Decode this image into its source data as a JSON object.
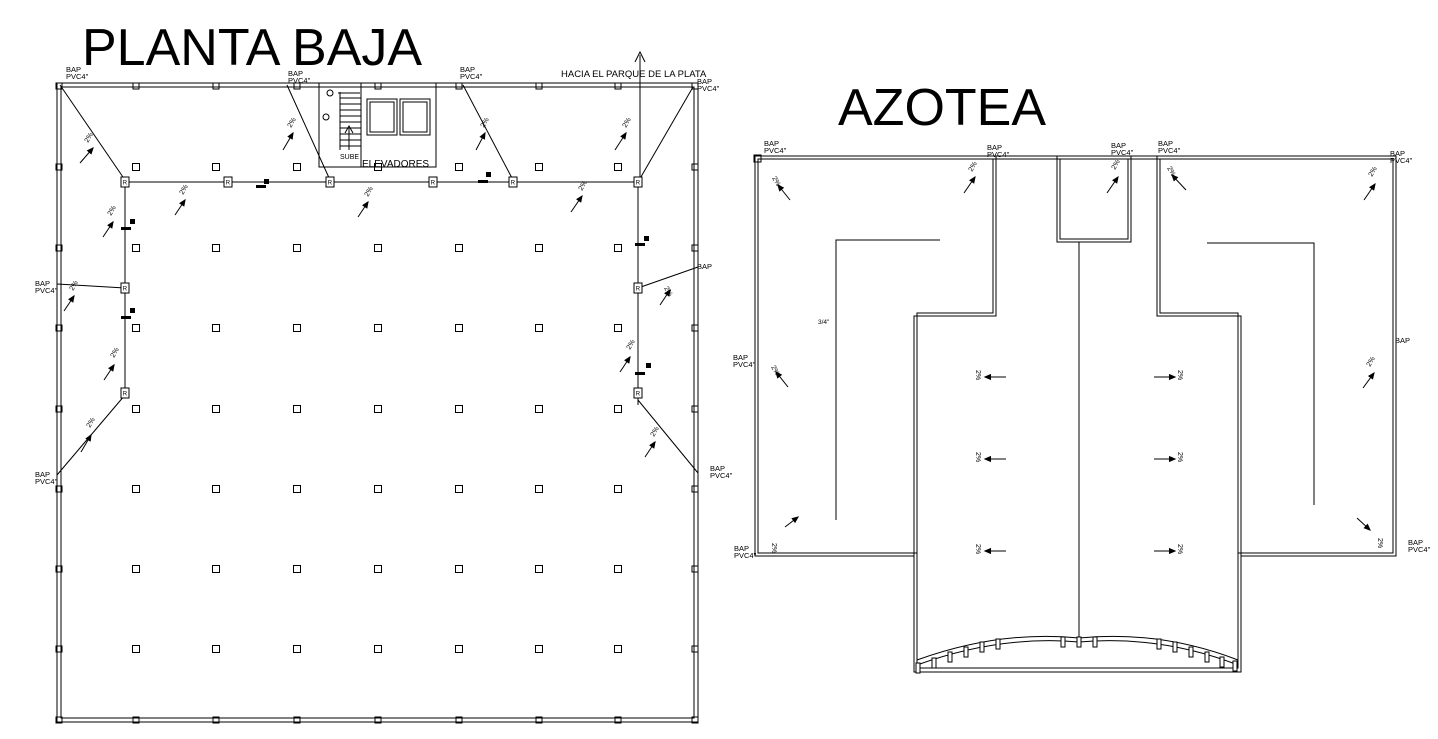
{
  "planta_baja": {
    "title": "PLANTA BAJA",
    "direction_note": "HACIA EL PARQUE DE LA PLATA",
    "elevators_label": "ELEVADORES",
    "stair_label": "SUBE",
    "drain_label_1": "BAP",
    "drain_label_2": "PVC4\"",
    "drain_label_single": "BAP",
    "registro_label": "R",
    "slope_label": "2%"
  },
  "azotea": {
    "title": "AZOTEA",
    "drain_label_1": "BAP",
    "drain_label_2": "PVC4\"",
    "drain_label_single": "BAP",
    "pipe_label": "3/4\"",
    "slope_label": "2%"
  },
  "colors": {
    "ink": "#000000",
    "paper": "#ffffff"
  }
}
